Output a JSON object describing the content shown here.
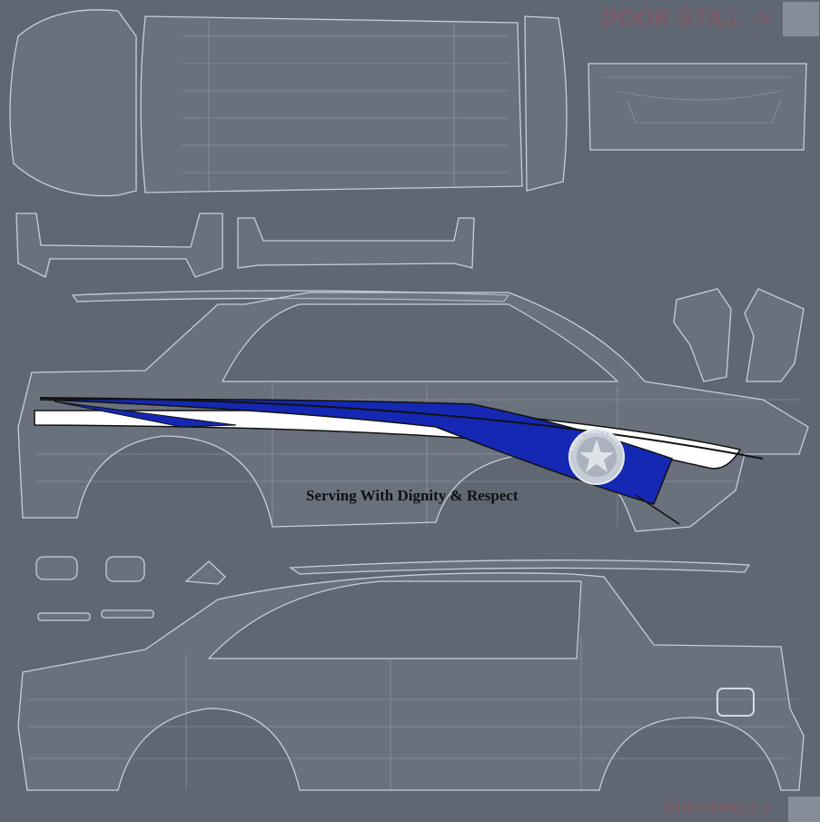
{
  "labels": {
    "door_still": "DOOR STILL ->",
    "bodyshell": "BODYSHELL->"
  },
  "livery": {
    "slogan": "Serving With Dignity & Respect",
    "badge_text": "County Sheriff's Office",
    "colors": {
      "stripe_blue": "#1428b4",
      "stripe_white": "#ffffff",
      "background": "#5f6773",
      "label": "#7a5865"
    }
  }
}
